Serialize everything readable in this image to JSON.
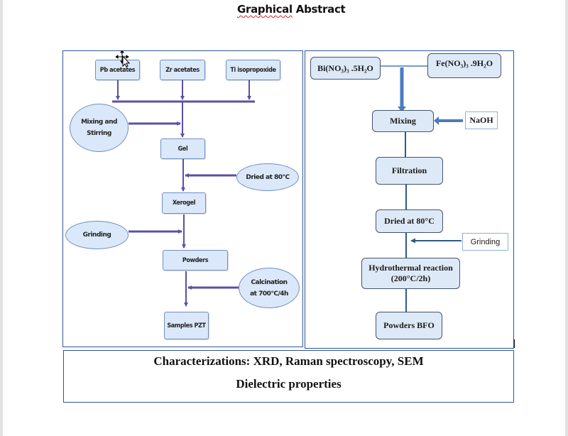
{
  "document": {
    "title": "Graphical Abstract"
  },
  "pzt_flow": {
    "precursors": [
      {
        "label": "Pb acetates"
      },
      {
        "label": "Zr acetates"
      },
      {
        "label": "Ti isopropoxide"
      }
    ],
    "steps": [
      {
        "label": "Gel"
      },
      {
        "label": "Xerogel"
      },
      {
        "label": "Powders"
      },
      {
        "label": "Samples PZT"
      }
    ],
    "treatments": [
      {
        "line1": "Mixing and",
        "line2": "Stirring"
      },
      {
        "line1": "Dried at 80°C",
        "line2": ""
      },
      {
        "line1": "Grinding",
        "line2": ""
      },
      {
        "line1": "Calcination",
        "line2": "at 700°C/4h"
      }
    ]
  },
  "bfo_flow": {
    "precursors": [
      {
        "label": "Bi(NO₃)₃ .5H₂O"
      },
      {
        "label": "Fe(NO₃)₃ .9H₂O"
      }
    ],
    "steps": [
      {
        "line1": "Mixing",
        "line2": ""
      },
      {
        "line1": "Filtration",
        "line2": ""
      },
      {
        "line1": "Dried at 80°C",
        "line2": ""
      },
      {
        "line1": "Hydrothermal reaction",
        "line2": "(200°C/2h)"
      },
      {
        "line1": "Powders BFO",
        "line2": ""
      }
    ],
    "additions": [
      {
        "label": "NaOH"
      },
      {
        "label": "Grinding"
      }
    ]
  },
  "characterization": {
    "line1": "Characterizations: XRD, Raman spectroscopy, SEM",
    "line2": "Dielectric properties"
  },
  "colors": {
    "pzt_connector": "#5b4fa8",
    "bfo_connector": "#2e5a87",
    "panel_border": "#2f5597",
    "box_fill": "#dae8fa"
  }
}
